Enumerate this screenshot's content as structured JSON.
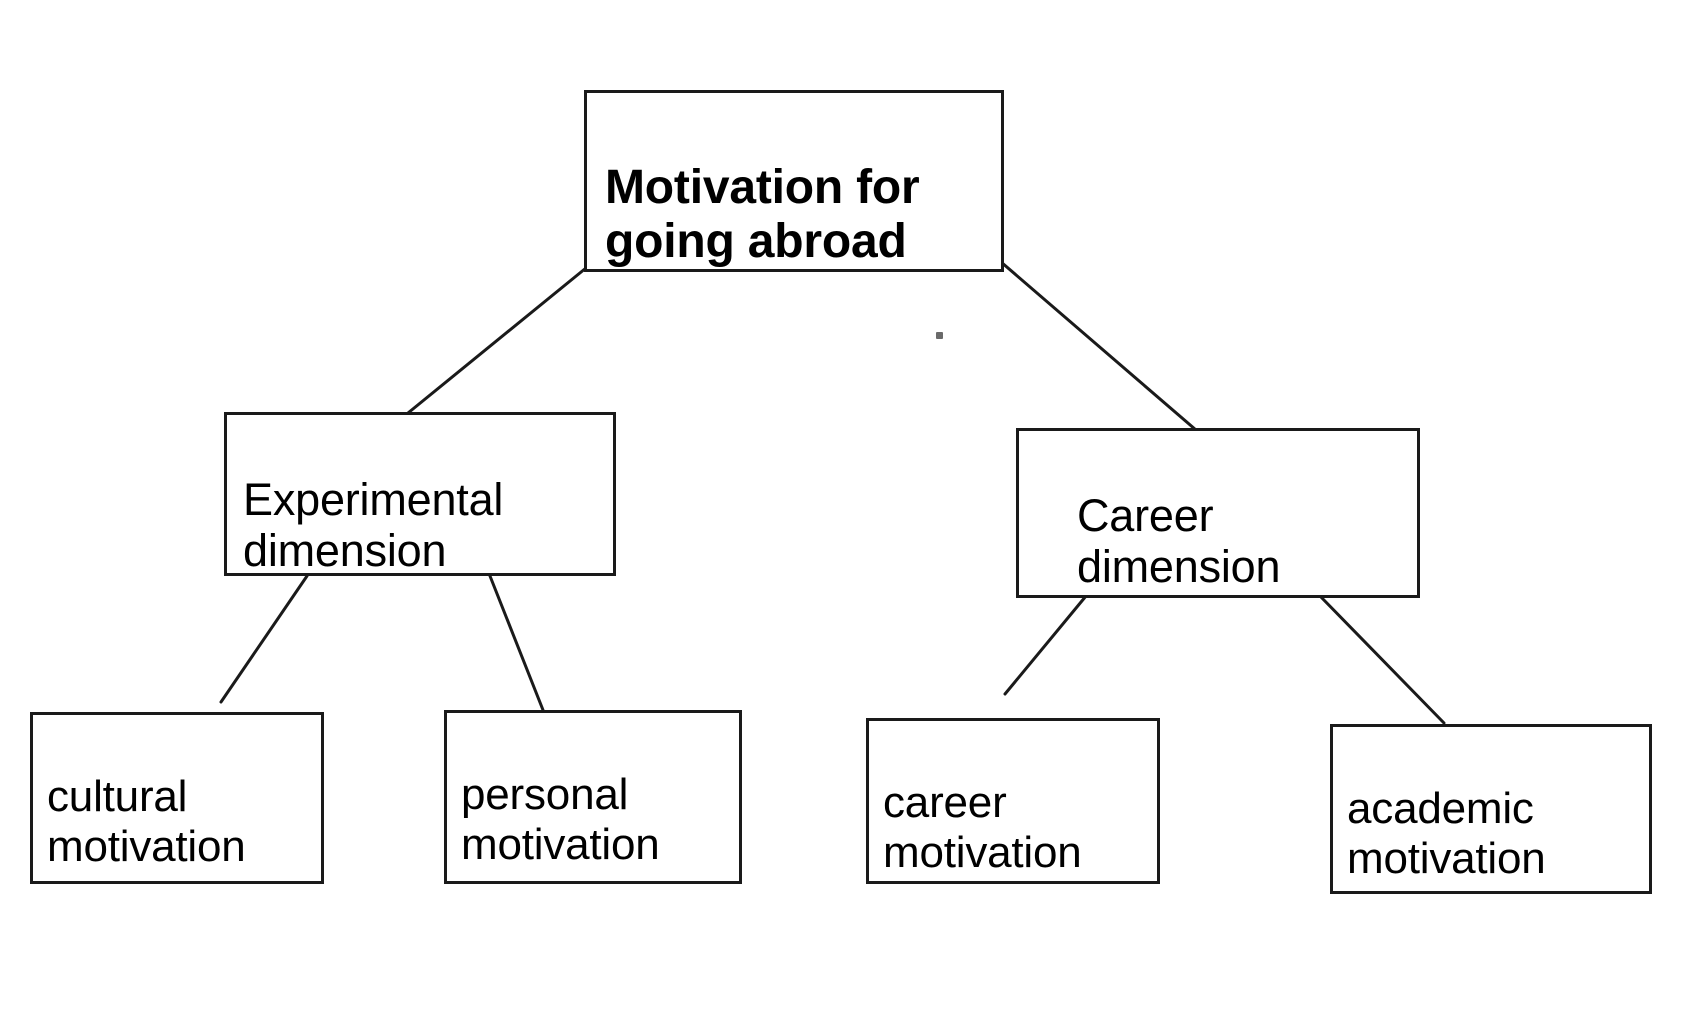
{
  "diagram": {
    "type": "tree",
    "title": "Motivation for going abroad",
    "background_color": "#ffffff",
    "line_color": "#1a1a1a",
    "text_color": "#000000",
    "nodes": {
      "root": {
        "label": "Motivation for\ngoing abroad",
        "level": 0
      },
      "experimental": {
        "label": "Experimental\ndimension",
        "level": 1
      },
      "career_dimension": {
        "label": "Career\ndimension",
        "level": 1
      },
      "cultural": {
        "label": "cultural\nmotivation",
        "level": 2
      },
      "personal": {
        "label": "personal\nmotivation",
        "level": 2
      },
      "career_motivation": {
        "label": "career\nmotivation",
        "level": 2
      },
      "academic": {
        "label": "academic\nmotivation",
        "level": 2
      }
    },
    "edges": [
      {
        "from": "root",
        "to": "experimental"
      },
      {
        "from": "root",
        "to": "career_dimension"
      },
      {
        "from": "experimental",
        "to": "cultural"
      },
      {
        "from": "experimental",
        "to": "personal"
      },
      {
        "from": "career_dimension",
        "to": "career_motivation"
      },
      {
        "from": "career_dimension",
        "to": "academic"
      }
    ]
  }
}
